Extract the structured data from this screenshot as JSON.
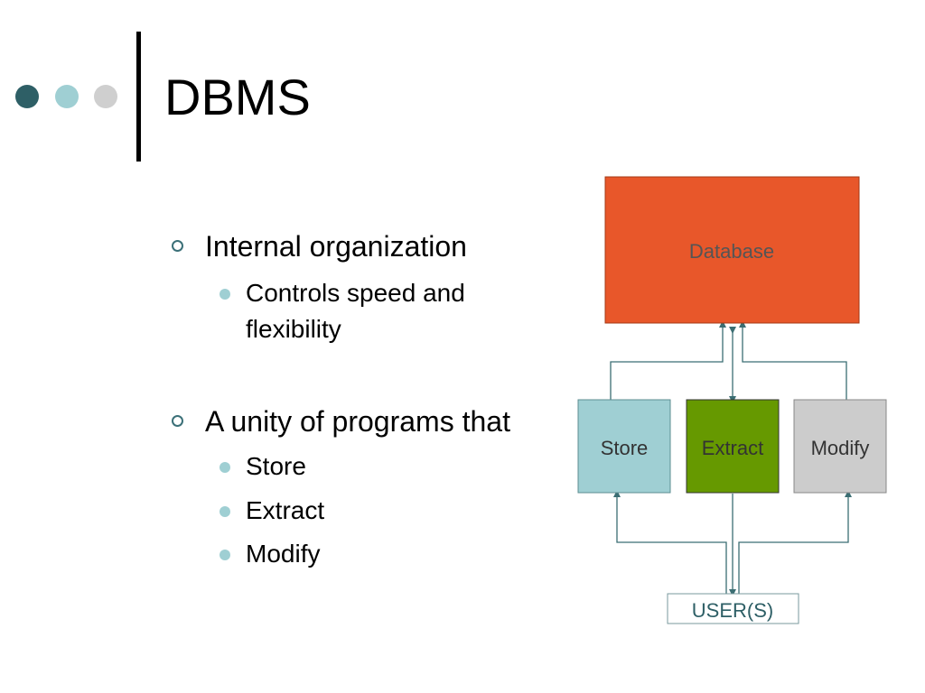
{
  "slide": {
    "title": "DBMS",
    "bullets": [
      {
        "text": "Internal organization",
        "sub": [
          "Controls speed and",
          "flexibility"
        ]
      },
      {
        "text": "A unity of programs that",
        "sub": [
          "Store",
          "Extract",
          "Modify"
        ]
      }
    ]
  },
  "diagram": {
    "database_label": "Database",
    "store_label": "Store",
    "extract_label": "Extract",
    "modify_label": "Modify",
    "users_label": "USER(S)"
  },
  "colors": {
    "database": "#e8572a",
    "store": "#9fcfd3",
    "extract": "#669900",
    "modify": "#cccccc",
    "connector": "#3b6e73"
  }
}
